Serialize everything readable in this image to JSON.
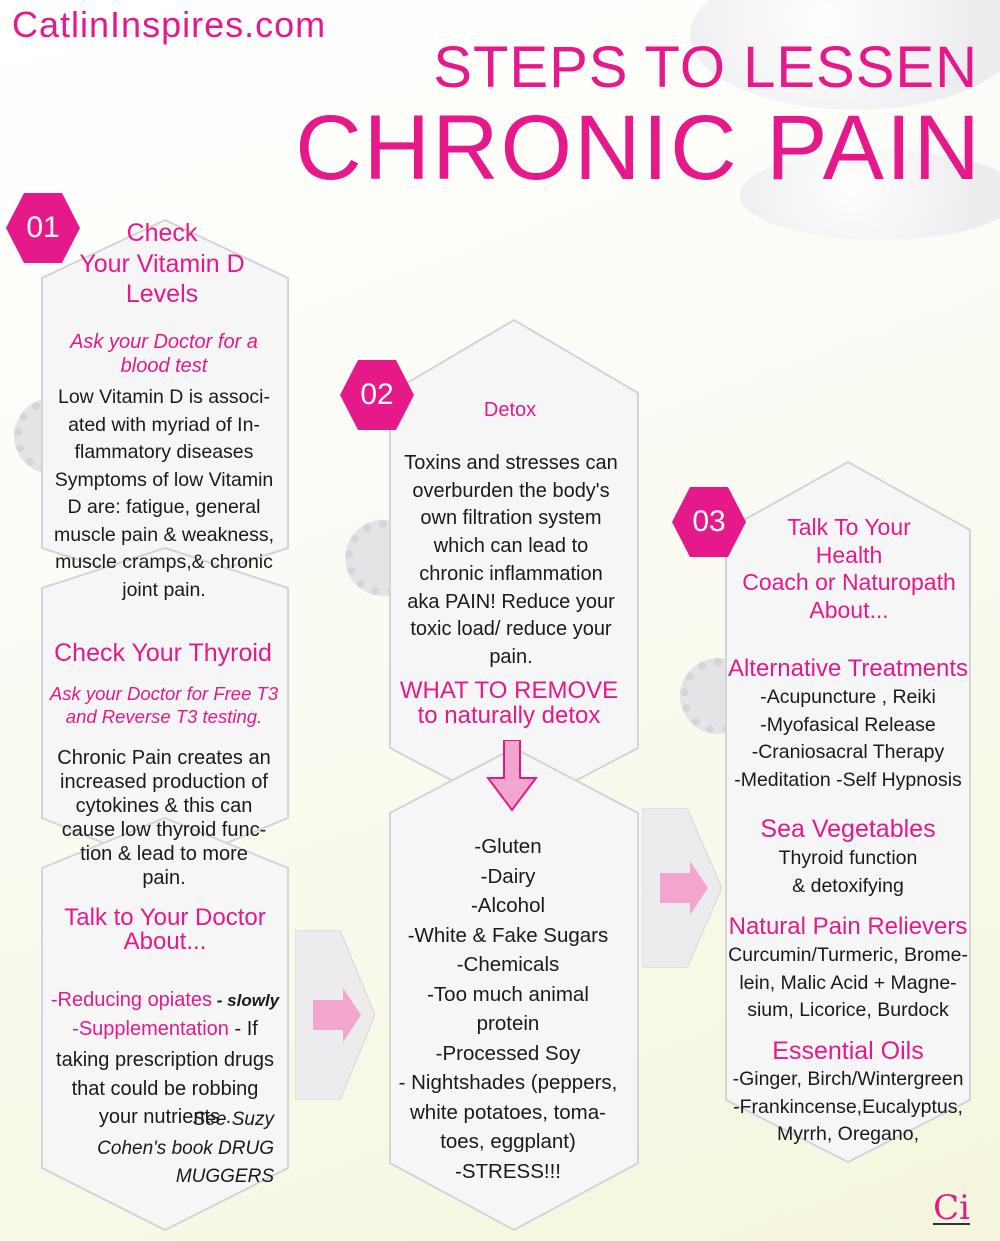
{
  "site": "CatlinInspires.com",
  "title_line1": "STEPS TO LESSEN",
  "title_line2": "CHRONIC PAIN",
  "colors": {
    "accent": "#e6198a"
  },
  "step1": {
    "number": "01",
    "heading": "Check\nYour Vitamin D\nLevels",
    "ask": "Ask your Doctor for a\nblood test",
    "body": "Low Vitamin D is associ-\nated with myriad of In-\nflammatory diseases\nSymptoms of low Vitamin\nD are: fatigue, general\nmuscle pain & weakness,\nmuscle cramps,& chronic\njoint pain.",
    "thyroid_heading": "Check Your Thyroid",
    "thyroid_ask": "Ask your Doctor for Free T3\nand Reverse T3 testing.",
    "thyroid_body": "Chronic Pain creates an\nincreased production of\ncytokines & this can\ncause low thyroid func-\ntion & lead to more\npain.",
    "talk_heading": "Talk to Your Doctor\nAbout...",
    "reduce": "-Reducing opiates",
    "slowly": " - slowly",
    "supp": "-Supplementation",
    "supp_rest": " - If",
    "rx": "taking prescription drugs\nthat could be robbing\nyour nutrients .",
    "book": "See Suzy\nCohen's book DRUG\nMUGGERS"
  },
  "step2": {
    "number": "02",
    "heading": "Detox",
    "body": "Toxins and stresses can\noverburden the body's\nown filtration system\nwhich can lead to\nchronic inflammation\naka PAIN! Reduce your\ntoxic load/ reduce your\npain.",
    "remove_heading": "WHAT TO REMOVE\nto naturally detox",
    "list": "-Gluten\n-Dairy\n-Alcohol\n-White & Fake Sugars\n-Chemicals\n-Too much animal\nprotein\n-Processed Soy\n- Nightshades (peppers,\nwhite potatoes, toma-\ntoes, eggplant)\n-STRESS!!!"
  },
  "step3": {
    "number": "03",
    "heading": "Talk To Your\nHealth\nCoach or Naturopath\nAbout...",
    "alt_heading": "Alternative Treatments",
    "alt_list": "-Acupuncture , Reiki\n-Myofasical Release\n-Craniosacral Therapy\n-Meditation -Self Hypnosis",
    "sea_heading": "Sea Vegetables",
    "sea_body": "Thyroid function\n& detoxifying",
    "natural_heading": "Natural Pain Relievers",
    "natural_body": "Curcumin/Turmeric, Brome-\nlein, Malic Acid + Magne-\nsium, Licorice, Burdock",
    "oils_heading": "Essential Oils",
    "oils_body": "-Ginger, Birch/Wintergreen\n-Frankincense,Eucalyptus,\nMyrrh, Oregano,"
  },
  "logo": "Ci"
}
